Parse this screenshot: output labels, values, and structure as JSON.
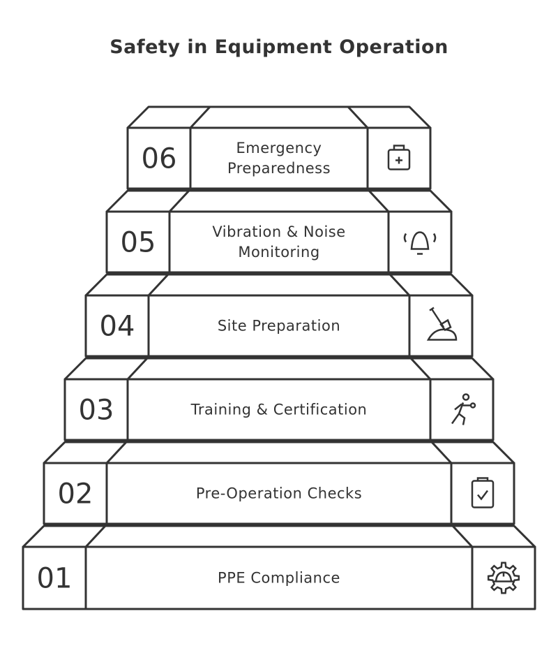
{
  "title": "Safety in Equipment Operation",
  "colors": {
    "stroke": "#333333",
    "fill": "#ffffff"
  },
  "steps": [
    {
      "number": "01",
      "label": [
        "PPE Compliance"
      ],
      "icon": "gear-helmet-icon"
    },
    {
      "number": "02",
      "label": [
        "Pre-Operation Checks"
      ],
      "icon": "clipboard-check-icon"
    },
    {
      "number": "03",
      "label": [
        "Training & Certification"
      ],
      "icon": "person-training-icon"
    },
    {
      "number": "04",
      "label": [
        "Site Preparation"
      ],
      "icon": "shovel-icon"
    },
    {
      "number": "05",
      "label": [
        "Vibration & Noise",
        "Monitoring"
      ],
      "icon": "alarm-bell-icon"
    },
    {
      "number": "06",
      "label": [
        "Emergency",
        "Preparedness"
      ],
      "icon": "first-aid-kit-icon"
    }
  ]
}
